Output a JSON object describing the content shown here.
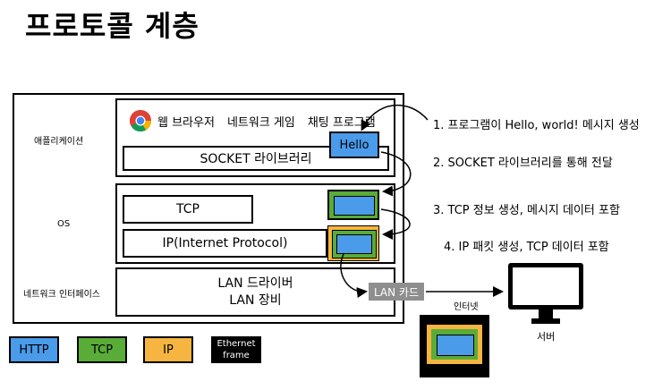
{
  "title": "프로토콜 계층",
  "layers": {
    "application": {
      "label": "애플리케이션",
      "apps": [
        "웹 브라우저",
        "네트워크 게임",
        "채팅 프로그램"
      ],
      "socket_library": "SOCKET 라이브러리",
      "hello": "Hello"
    },
    "os": {
      "label": "OS",
      "tcp": "TCP",
      "ip": "IP(Internet Protocol)"
    },
    "network_interface": {
      "label": "네트워크 인터페이스",
      "driver_line1": "LAN 드라이버",
      "driver_line2": "LAN 장비"
    }
  },
  "lan_card": "LAN 카드",
  "internet_label": "인터넷",
  "server_label": "서버",
  "steps": [
    "1. 프로그램이 Hello, world! 메시지 생성",
    "2. SOCKET 라이브러리를 통해 전달",
    "3. TCP 정보 생성, 메시지 데이터 포함",
    "4. IP 패킷 생성, TCP 데이터 포함"
  ],
  "legend": {
    "http": "HTTP",
    "tcp": "TCP",
    "ip": "IP",
    "ethernet_line1": "Ethernet",
    "ethernet_line2": "frame"
  },
  "colors": {
    "http": "#4a9bea",
    "tcp": "#5aac38",
    "ip": "#f5b540",
    "ethernet": "#000000",
    "lan_card": "#8e8e8e"
  }
}
